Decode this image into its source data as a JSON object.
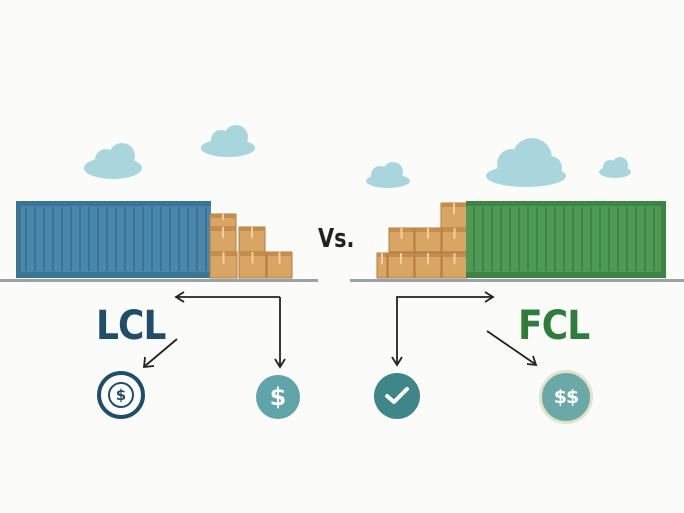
{
  "labels": {
    "vs": "Vs.",
    "lcl": "LCL",
    "fcl": "FCL"
  },
  "icons": {
    "lcl_clock_symbol": "$",
    "lcl_dollar_symbol": "$",
    "fcl_dollars_symbol": "$$"
  },
  "colors": {
    "lcl_container": "#4a88ab",
    "fcl_container": "#4c9a55",
    "lcl_text": "#1f4e6b",
    "fcl_text": "#2f7d3d",
    "cloud": "#a9d6dd",
    "box": "#d9a564",
    "teal_icon": "#5fa4a8",
    "check_icon": "#3f8688"
  }
}
